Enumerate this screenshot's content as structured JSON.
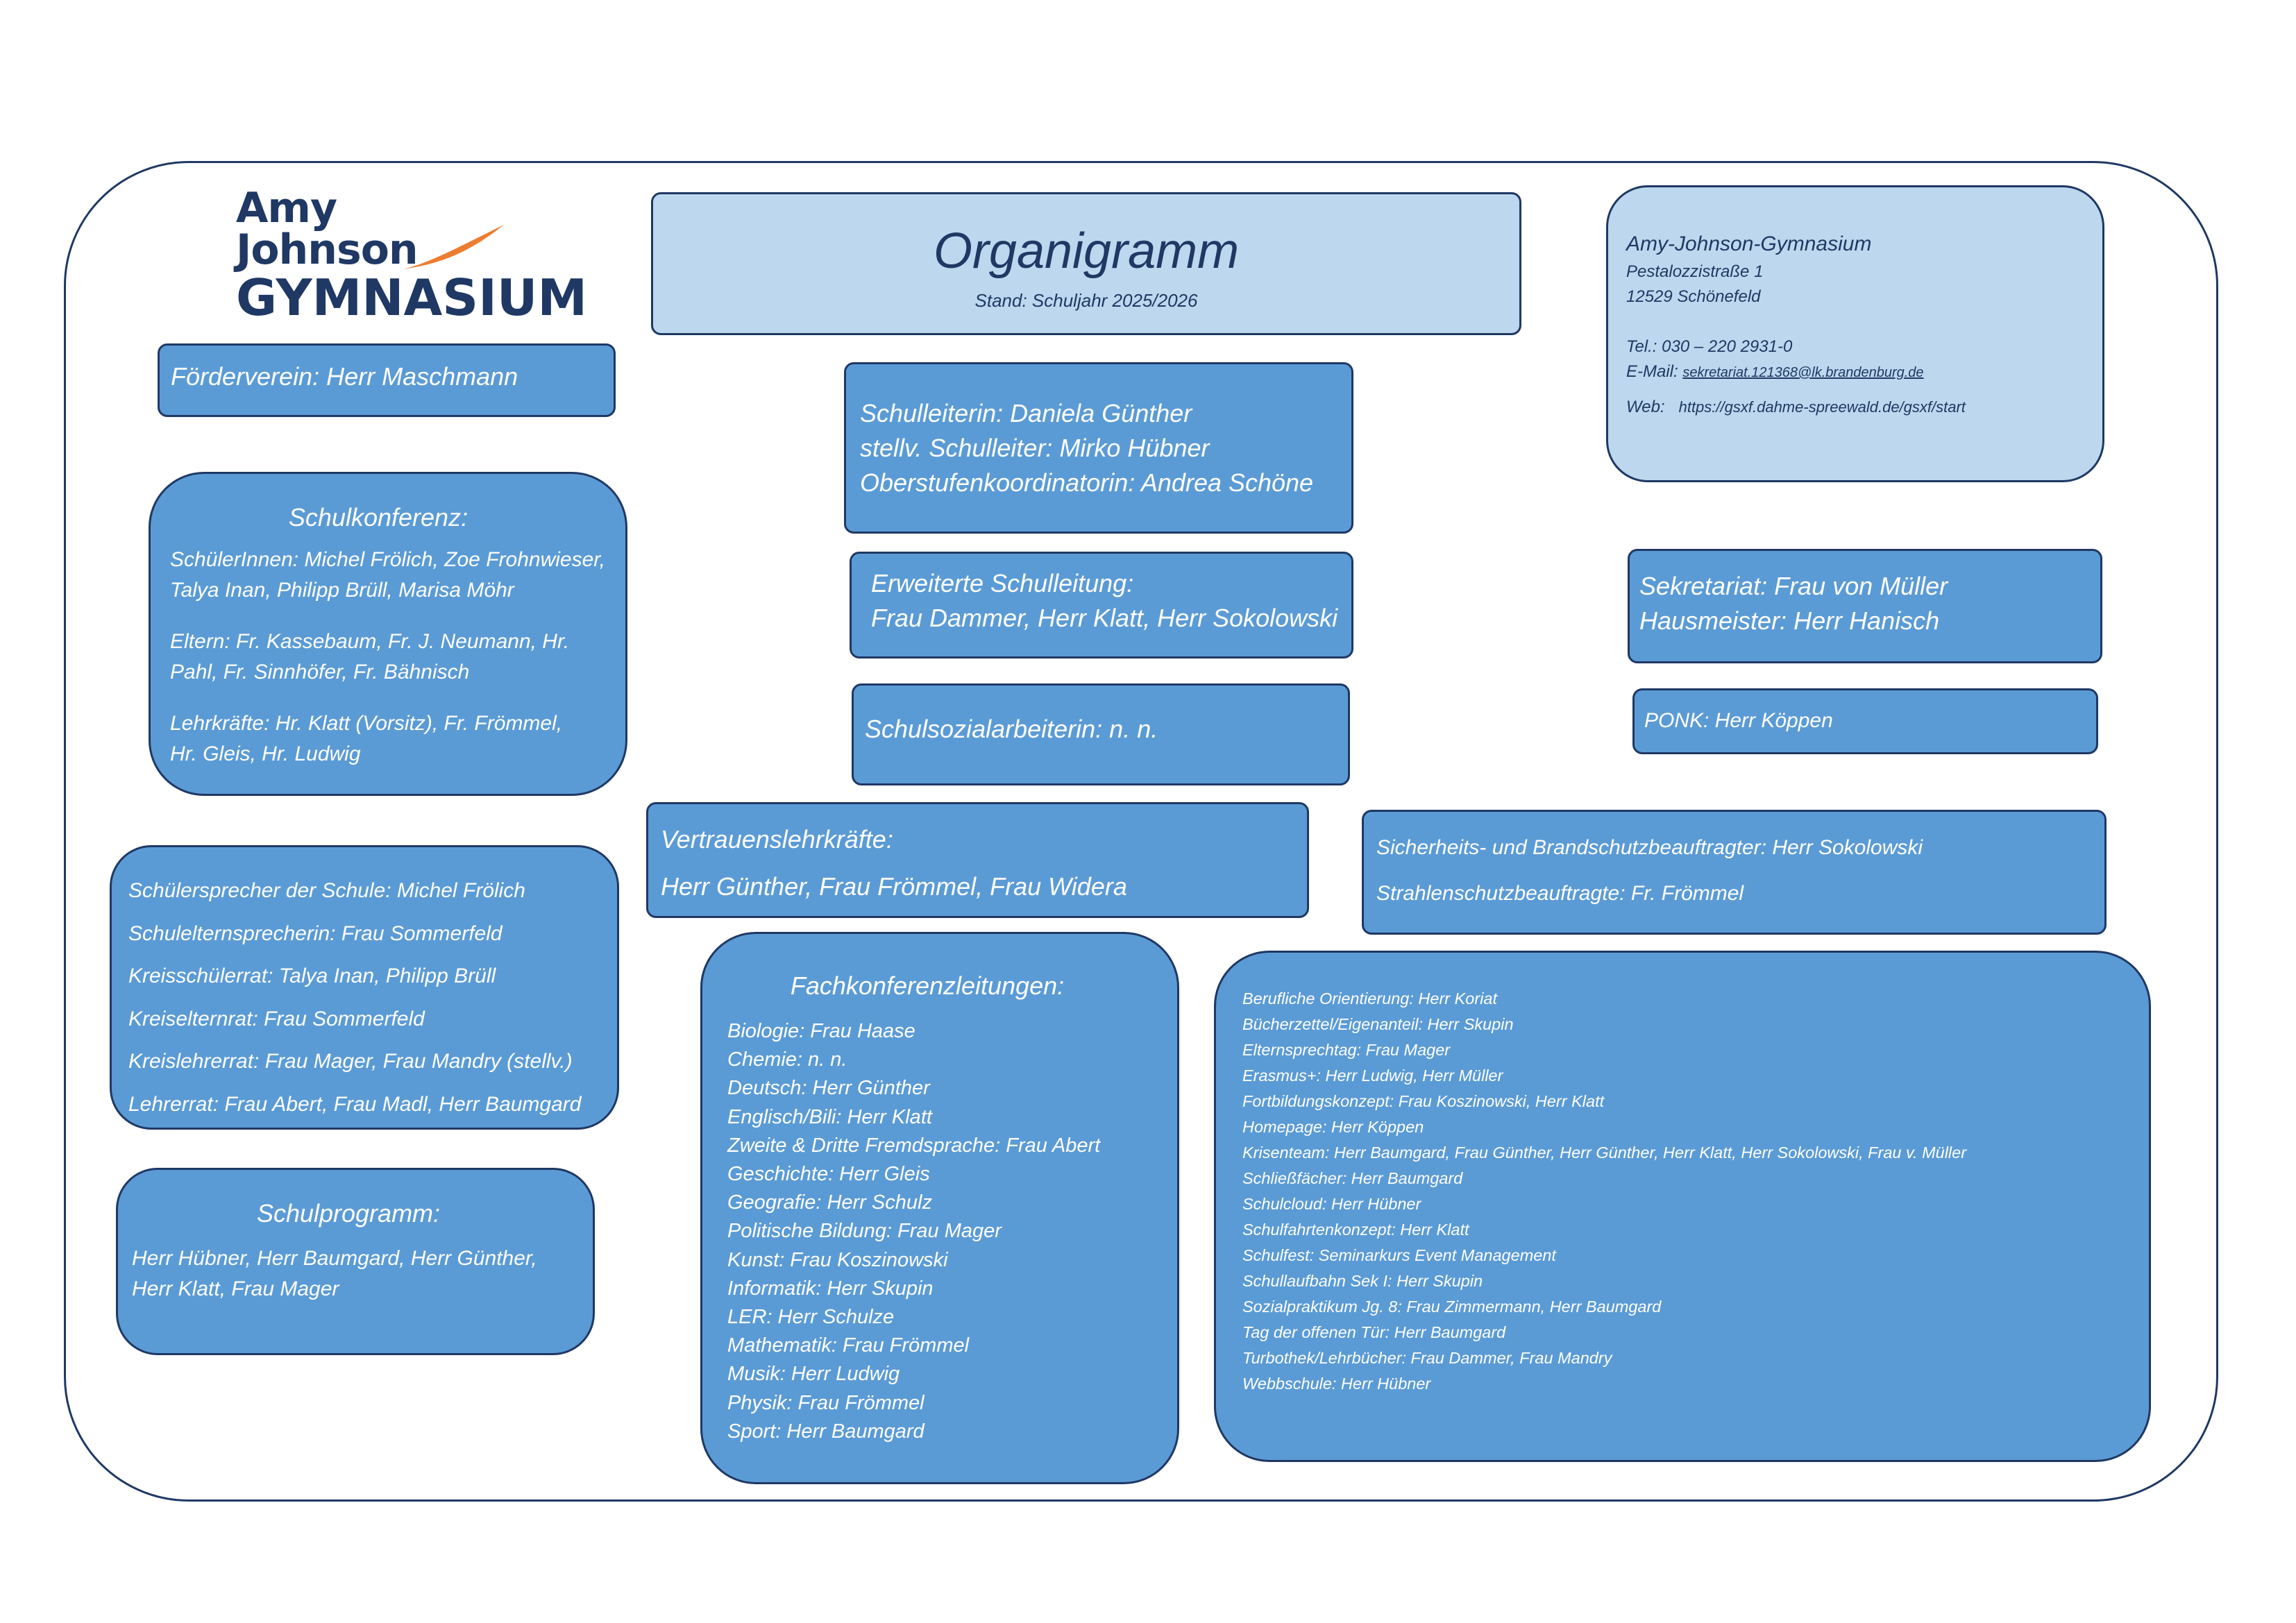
{
  "logo": {
    "line1": "Amy",
    "line2": "Johnson",
    "line3": "GYMNASIUM",
    "accent_color": "#ed7d31"
  },
  "header": {
    "title": "Organigramm",
    "subtitle": "Stand: Schuljahr 2025/2026"
  },
  "contact": {
    "name": "Amy-Johnson-Gymnasium",
    "street": "Pestalozzistraße 1",
    "city": "12529 Schönefeld",
    "tel": "Tel.: 030 – 220 2931-0",
    "email_label": "E-Mail: ",
    "email": "sekretariat.121368@lk.brandenburg.de",
    "web_label": "Web:",
    "web": "https://gsxf.dahme-spreewald.de/gsxf/start"
  },
  "foerderverein": "Förderverein: Herr Maschmann",
  "leitung": {
    "lines": [
      "Schulleiterin: Daniela Günther",
      "stellv. Schulleiter: Mirko Hübner",
      "Oberstufenkoordinatorin: Andrea Schöne"
    ]
  },
  "erweiterte": {
    "title": "Erweiterte Schulleitung:",
    "members": "Frau Dammer, Herr Klatt, Herr Sokolowski"
  },
  "sozial": "Schulsozialarbeiterin: n. n.",
  "sekretariat": {
    "line1": "Sekretariat: Frau von Müller",
    "line2": "Hausmeister: Herr Hanisch"
  },
  "ponk": "PONK: Herr Köppen",
  "schulkonferenz": {
    "title": "Schulkonferenz:",
    "schueler": [
      "SchülerInnen: Michel Frölich, Zoe Frohnwieser,",
      "Talya Inan, Philipp Brüll, Marisa Möhr"
    ],
    "eltern": [
      "Eltern: Fr. Kassebaum, Fr.  J. Neumann, Hr.",
      "Pahl, Fr. Sinnhöfer, Fr. Bähnisch"
    ],
    "lehrer": [
      "Lehrkräfte: Hr. Klatt (Vorsitz), Fr. Frömmel,",
      "Hr. Gleis, Hr. Ludwig"
    ]
  },
  "vertreter": {
    "lines": [
      "Schülersprecher der Schule:  Michel Frölich",
      "Schulelternsprecherin: Frau Sommerfeld",
      "Kreisschülerrat: Talya Inan, Philipp Brüll",
      "Kreiselternrat: Frau Sommerfeld",
      "Kreislehrerrat: Frau Mager, Frau Mandry (stellv.)",
      "Lehrerrat: Frau Abert, Frau Madl, Herr Baumgard"
    ]
  },
  "vertrauen": {
    "title": "Vertrauenslehrkräfte:",
    "members": "Herr Günther, Frau Frömmel, Frau Widera"
  },
  "sicherheit": {
    "line1": "Sicherheits- und Brandschutzbeauftragter: Herr Sokolowski",
    "line2": "Strahlenschutzbeauftragte: Fr. Frömmel"
  },
  "schulprogramm": {
    "title": "Schulprogramm:",
    "lines": [
      "Herr Hübner, Herr Baumgard, Herr Günther,",
      "Herr Klatt, Frau Mager"
    ]
  },
  "fachkonferenz": {
    "title": "Fachkonferenzleitungen:",
    "items": [
      "Biologie: Frau Haase",
      "Chemie:  n. n.",
      "Deutsch: Herr Günther",
      "Englisch/Bili: Herr Klatt",
      "Zweite & Dritte Fremdsprache: Frau Abert",
      "Geschichte: Herr Gleis",
      "Geografie: Herr Schulz",
      "Politische Bildung: Frau Mager",
      "Kunst: Frau Koszinowski",
      "Informatik: Herr Skupin",
      "LER: Herr Schulze",
      "Mathematik: Frau Frömmel",
      "Musik: Herr Ludwig",
      "Physik: Frau Frömmel",
      "Sport: Herr Baumgard"
    ]
  },
  "aufgaben": {
    "items": [
      "Berufliche Orientierung: Herr Koriat",
      "Bücherzettel/Eigenanteil: Herr Skupin",
      "Elternsprechtag: Frau Mager",
      "Erasmus+:  Herr Ludwig, Herr Müller",
      "Fortbildungskonzept: Frau Koszinowski, Herr Klatt",
      "Homepage: Herr Köppen",
      "Krisenteam: Herr Baumgard, Frau Günther, Herr Günther, Herr Klatt, Herr Sokolowski, Frau v. Müller",
      "Schließfächer: Herr Baumgard",
      "Schulcloud: Herr Hübner",
      "Schulfahrtenkonzept: Herr Klatt",
      "Schulfest: Seminarkurs Event Management",
      "Schullaufbahn Sek I: Herr Skupin",
      "Sozialpraktikum Jg. 8: Frau Zimmermann, Herr Baumgard",
      "Tag der offenen Tür: Herr Baumgard",
      "Turbothek/Lehrbücher: Frau Dammer, Frau Mandry",
      "Webbschule: Herr Hübner"
    ]
  }
}
